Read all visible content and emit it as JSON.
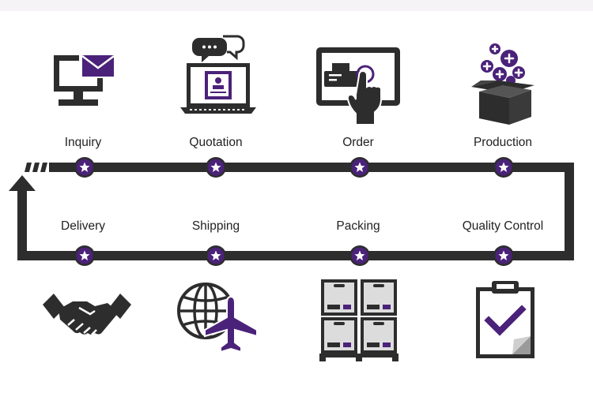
{
  "colors": {
    "dark": "#2d2d2d",
    "purple": "#4b2279",
    "white": "#ffffff"
  },
  "steps_top": [
    {
      "label": "Inquiry",
      "icon": "computer-mail-icon"
    },
    {
      "label": "Quotation",
      "icon": "laptop-chat-icon"
    },
    {
      "label": "Order",
      "icon": "touch-screen-order-icon"
    },
    {
      "label": "Production",
      "icon": "box-plus-icon"
    }
  ],
  "steps_bottom": [
    {
      "label": "Delivery",
      "icon": "handshake-icon"
    },
    {
      "label": "Shipping",
      "icon": "globe-plane-icon"
    },
    {
      "label": "Packing",
      "icon": "stacked-boxes-icon"
    },
    {
      "label": "Quality Control",
      "icon": "clipboard-check-icon"
    }
  ]
}
